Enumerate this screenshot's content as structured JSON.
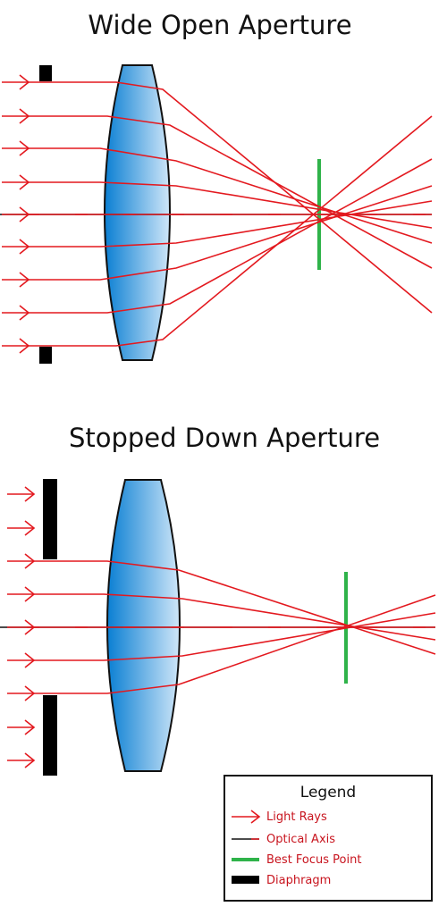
{
  "panels": [
    {
      "title": "Wide Open Aperture",
      "rays": 9,
      "diaphragm": "open"
    },
    {
      "title": "Stopped Down Aperture",
      "rays": 9,
      "diaphragm": "stopped-down"
    }
  ],
  "legend": {
    "title": "Legend",
    "items": [
      {
        "label": "Light Rays",
        "symbol": "red-arrow"
      },
      {
        "label": "Optical Axis",
        "symbol": "black-red-dashed-line"
      },
      {
        "label": "Best Focus Point",
        "symbol": "green-line"
      },
      {
        "label": "Diaphragm",
        "symbol": "black-bar"
      }
    ]
  },
  "colors": {
    "ray": "#e3191f",
    "axis": "#111111",
    "focus": "#2fb34a",
    "diaphragm": "#000000",
    "lens_dark": "#0a7fd3",
    "lens_light": "#cfe6f8",
    "legend_text": "#c8141e"
  }
}
